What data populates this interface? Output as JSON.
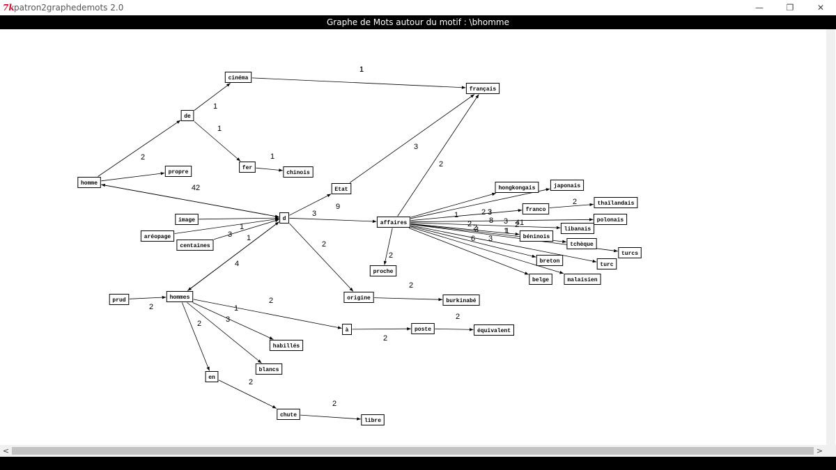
{
  "window": {
    "app_title": "patron2graphedemots 2.0",
    "app_icon": "tk-feather-icon",
    "controls": {
      "minimize": "—",
      "restore": "❐",
      "close": "✕"
    }
  },
  "header": {
    "title": "Graphe de Mots autour du motif : \\bhomme"
  },
  "scroll": {
    "left_arrow": "<",
    "right_arrow": ">"
  },
  "graph": {
    "nodes": [
      {
        "id": "homme",
        "label": "homme"
      },
      {
        "id": "de",
        "label": "de"
      },
      {
        "id": "cinema",
        "label": "cinéma"
      },
      {
        "id": "francais",
        "label": "français"
      },
      {
        "id": "fer",
        "label": "fer"
      },
      {
        "id": "chinois",
        "label": "chinois"
      },
      {
        "id": "propre",
        "label": "propre"
      },
      {
        "id": "image",
        "label": "image"
      },
      {
        "id": "areopage",
        "label": "aréopage"
      },
      {
        "id": "centaines",
        "label": "centaines"
      },
      {
        "id": "d",
        "label": "d"
      },
      {
        "id": "etat",
        "label": "Etat"
      },
      {
        "id": "affaires",
        "label": "affaires"
      },
      {
        "id": "proche",
        "label": "proche"
      },
      {
        "id": "origine",
        "label": "origine"
      },
      {
        "id": "burkinabe",
        "label": "burkinabé"
      },
      {
        "id": "hongkongais",
        "label": "hongkongais"
      },
      {
        "id": "japonais",
        "label": "japonais"
      },
      {
        "id": "franco",
        "label": "franco"
      },
      {
        "id": "thailandais",
        "label": "thaïlandais"
      },
      {
        "id": "polonais",
        "label": "polonais"
      },
      {
        "id": "libanais",
        "label": "libanais"
      },
      {
        "id": "beninois",
        "label": "béninois"
      },
      {
        "id": "tcheque",
        "label": "tchèque"
      },
      {
        "id": "turcs",
        "label": "turcs"
      },
      {
        "id": "turc",
        "label": "turc"
      },
      {
        "id": "breton",
        "label": "breton"
      },
      {
        "id": "belge",
        "label": "belge"
      },
      {
        "id": "malaisien",
        "label": "malaisien"
      },
      {
        "id": "prud",
        "label": "prud"
      },
      {
        "id": "hommes",
        "label": "hommes"
      },
      {
        "id": "a",
        "label": "à"
      },
      {
        "id": "poste",
        "label": "poste"
      },
      {
        "id": "equivalent",
        "label": "équivalent"
      },
      {
        "id": "habilles",
        "label": "habillés"
      },
      {
        "id": "blancs",
        "label": "blancs"
      },
      {
        "id": "en",
        "label": "en"
      },
      {
        "id": "chute",
        "label": "chute"
      },
      {
        "id": "libre",
        "label": "libre"
      }
    ],
    "edges": [
      {
        "from": "homme",
        "to": "de",
        "label": "2"
      },
      {
        "from": "homme",
        "to": "propre",
        "label": ""
      },
      {
        "from": "homme",
        "to": "d",
        "label": "42"
      },
      {
        "from": "d",
        "to": "homme",
        "label": ""
      },
      {
        "from": "de",
        "to": "cinema",
        "label": "1"
      },
      {
        "from": "de",
        "to": "fer",
        "label": "1"
      },
      {
        "from": "cinema",
        "to": "francais",
        "label": "1"
      },
      {
        "from": "fer",
        "to": "chinois",
        "label": "1"
      },
      {
        "from": "image",
        "to": "d",
        "label": ""
      },
      {
        "from": "areopage",
        "to": "d",
        "label": "1"
      },
      {
        "from": "centaines",
        "to": "d",
        "label": "3"
      },
      {
        "from": "hommes",
        "to": "d",
        "label": "1"
      },
      {
        "from": "d",
        "to": "hommes",
        "label": "4"
      },
      {
        "from": "d",
        "to": "etat",
        "label": ""
      },
      {
        "from": "d",
        "to": "affaires",
        "label": "3"
      },
      {
        "from": "d",
        "to": "origine",
        "label": "2"
      },
      {
        "from": "etat",
        "to": "francais",
        "label": "3"
      },
      {
        "from": "affaires",
        "to": "francais",
        "label": "2"
      },
      {
        "from": "affaires",
        "to": "proche",
        "label": "2"
      },
      {
        "from": "affaires",
        "to": "hongkongais",
        "label": ""
      },
      {
        "from": "affaires",
        "to": "japonais",
        "label": ""
      },
      {
        "from": "affaires",
        "to": "franco",
        "label": "2"
      },
      {
        "from": "affaires",
        "to": "polonais",
        "label": "3"
      },
      {
        "from": "affaires",
        "to": "libanais",
        "label": "3"
      },
      {
        "from": "affaires",
        "to": "beninois",
        "label": "1"
      },
      {
        "from": "affaires",
        "to": "tcheque",
        "label": "2"
      },
      {
        "from": "affaires",
        "to": "turcs",
        "label": "8"
      },
      {
        "from": "affaires",
        "to": "turc",
        "label": "2"
      },
      {
        "from": "affaires",
        "to": "breton",
        "label": "3"
      },
      {
        "from": "affaires",
        "to": "belge",
        "label": "6"
      },
      {
        "from": "affaires",
        "to": "malaisien",
        "label": "3"
      },
      {
        "from": "franco",
        "to": "thailandais",
        "label": "2"
      },
      {
        "from": "origine",
        "to": "burkinabe",
        "label": "2"
      },
      {
        "from": "prud",
        "to": "hommes",
        "label": "2"
      },
      {
        "from": "hommes",
        "to": "a",
        "label": "2"
      },
      {
        "from": "hommes",
        "to": "habilles",
        "label": "1"
      },
      {
        "from": "hommes",
        "to": "blancs",
        "label": "3"
      },
      {
        "from": "hommes",
        "to": "en",
        "label": "2"
      },
      {
        "from": "a",
        "to": "poste",
        "label": "2"
      },
      {
        "from": "poste",
        "to": "equivalent",
        "label": "2"
      },
      {
        "from": "en",
        "to": "chute",
        "label": "2"
      },
      {
        "from": "chute",
        "to": "libre",
        "label": "2"
      }
    ],
    "free_labels": [
      "1",
      "41",
      "9",
      "1",
      "3",
      "2",
      "1"
    ]
  }
}
